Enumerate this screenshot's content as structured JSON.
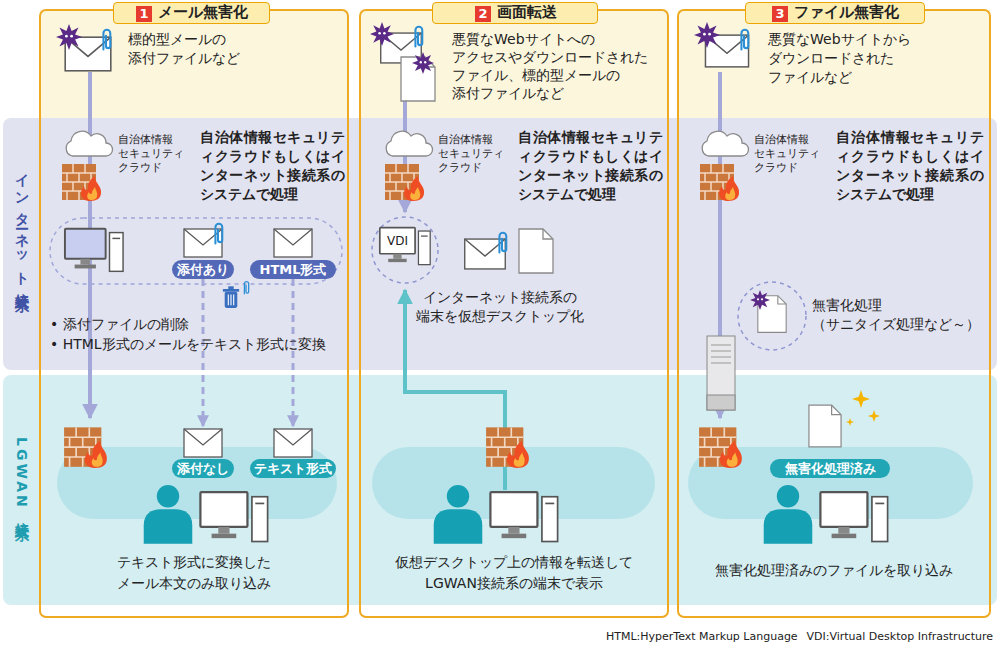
{
  "diagram": {
    "nodes": [
      {
        "text": [
          "メール無害化"
        ]
      },
      {
        "text": [
          "1"
        ],
        "in": 0
      },
      {
        "text": [
          "画面転送"
        ]
      },
      {
        "text": [
          "2"
        ],
        "in": 2
      },
      {
        "text": [
          "ファイル無害化"
        ]
      },
      {
        "text": [
          "3"
        ],
        "in": 4
      },
      {
        "text": [
          "インターネット接続系"
        ]
      },
      {
        "text": [
          "LGWAN接続系"
        ]
      },
      {
        "text": [
          "添付あり"
        ],
        "in": 6
      },
      {
        "text": [
          "HTML形式"
        ],
        "in": 6
      },
      {
        "text": [
          "添付なし"
        ],
        "in": 7
      },
      {
        "text": [
          "テキスト形式"
        ],
        "in": 7
      },
      {
        "text": [
          "無害化処理済み"
        ],
        "in": 7
      }
    ],
    "edges": [
      {
        "from": 8,
        "to": 10,
        "arrow": "to"
      },
      {
        "from": 9,
        "to": 11,
        "arrow": "to"
      }
    ],
    "labels": [
      "標的型メールの 添付ファイルなど",
      "自治体情報 セキュリティ クラウド",
      "自治体情報セキュリティクラウドもしくはインターネット接続系のシステムで処理",
      "• 添付ファイルの削除",
      "• HTML形式のメールをテキスト形式に変換",
      "テキスト形式に変換した メール本文のみ取り込み",
      "悪質なWebサイトへの アクセスやダウンロードされた ファイル、標的型メールの 添付ファイルなど",
      "自治体情報 セキュリティ クラウド",
      "自治体情報セキュリティクラウドもしくはインターネット接続系のシステムで処理",
      "VDI",
      "インターネット接続系の 端末を仮想デスクトップ化",
      "仮想デスクトップ上の情報を転送して LGWAN接続系の端末で表示",
      "悪質なWebサイトから ダウンロードされた ファイルなど",
      "自治体情報 セキュリティ クラウド",
      "自治体情報セキュリティクラウドもしくはインターネット接続系のシステムで処理",
      "無害化処理 （サニタイズ処理など～）",
      "無害化処理済みのファイルを取り込み",
      "HTML:HyperText Markup Language",
      "VDI:Virtual Desktop Infrastructure"
    ]
  }
}
